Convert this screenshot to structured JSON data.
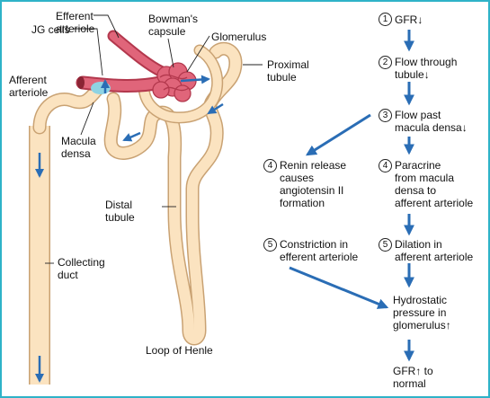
{
  "colors": {
    "frame": "#2fb3c8",
    "tubule_fill": "#fbe3c0",
    "tubule_stroke": "#c9a273",
    "vessel": "#e0657a",
    "vessel_dark": "#b3384d",
    "macula": "#8fd3e3",
    "arrow": "#2a6db5"
  },
  "anatomy_labels": {
    "efferent_arteriole": "Efferent\narteriole",
    "bowmans_capsule": "Bowman's\ncapsule",
    "glomerulus": "Glomerulus",
    "jg_cells": "JG cells",
    "afferent_arteriole": "Afferent\narteriole",
    "proximal_tubule": "Proximal\ntubule",
    "macula_densa": "Macula\ndensa",
    "distal_tubule": "Distal\ntubule",
    "collecting_duct": "Collecting\nduct",
    "loop_of_henle": "Loop of Henle"
  },
  "flowchart": {
    "s1": {
      "num": "1",
      "text": "GFR↓"
    },
    "s2": {
      "num": "2",
      "text": "Flow through\ntubule↓"
    },
    "s3": {
      "num": "3",
      "text": "Flow past\nmacula densa↓"
    },
    "s4a": {
      "num": "4",
      "text": "Renin release\ncauses\nangiotensin II\nformation"
    },
    "s4b": {
      "num": "4",
      "text": "Paracrine\nfrom macula\ndensa to\nafferent arteriole"
    },
    "s5a": {
      "num": "5",
      "text": "Constriction in\nefferent arteriole"
    },
    "s5b": {
      "num": "5",
      "text": "Dilation in\nafferent arteriole"
    },
    "hydro": {
      "text": "Hydrostatic\npressure in\nglomerulus↑"
    },
    "final": {
      "text": "GFR↑ to\nnormal"
    }
  }
}
